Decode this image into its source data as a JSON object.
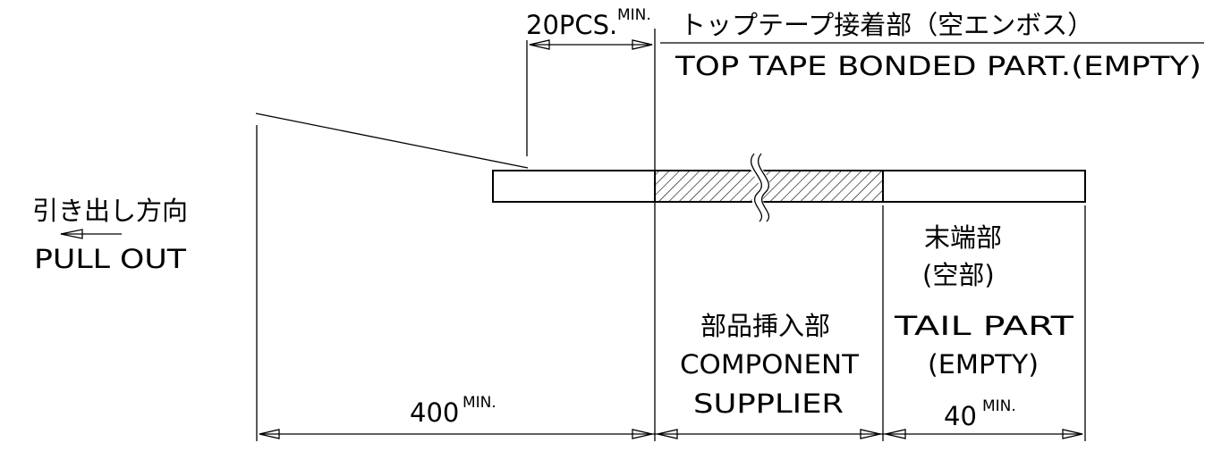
{
  "labels": {
    "pcs_value": "20PCS.",
    "pcs_min": "MIN.",
    "top_tape_jp": "トップテープ接着部（空エンボス）",
    "top_tape_en": "TOP TAPE BONDED PART.(EMPTY)",
    "pull_out_jp": "引き出し方向",
    "pull_out_en": "PULL OUT",
    "tail_jp_1": "末端部",
    "tail_jp_2": "(空部)",
    "tail_en_1": "TAIL PART",
    "tail_en_2": "(EMPTY)",
    "component_jp": "部品挿入部",
    "component_en_1": "COMPONENT",
    "component_en_2": "SUPPLIER",
    "leader_value": "400",
    "leader_min": "MIN.",
    "tail_value": "40",
    "tail_min": "MIN."
  },
  "colors": {
    "line": "#000000",
    "background": "#ffffff"
  }
}
